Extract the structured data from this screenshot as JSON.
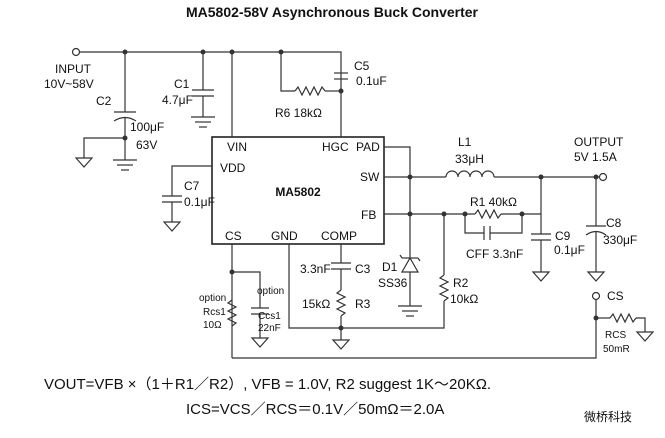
{
  "title": "MA5802-58V Asynchronous Buck Converter",
  "input": {
    "label": "INPUT",
    "range": "10V~58V"
  },
  "output": {
    "label": "OUTPUT",
    "value": "5V 1.5A"
  },
  "chip": {
    "name": "MA5802",
    "pins": {
      "vin": "VIN",
      "vdd": "VDD",
      "hgc": "HGC",
      "pad": "PAD",
      "sw": "SW",
      "fb": "FB",
      "cs": "CS",
      "gnd": "GND",
      "comp": "COMP"
    }
  },
  "components": {
    "c1": {
      "ref": "C1",
      "value": "4.7μF"
    },
    "c2": {
      "ref": "C2",
      "value": "100μF",
      "voltage": "63V"
    },
    "c5": {
      "ref": "C5",
      "value": "0.1uF"
    },
    "r6": {
      "label": "R6 18kΩ"
    },
    "c7": {
      "ref": "C7",
      "value": "0.1μF"
    },
    "l1": {
      "ref": "L1",
      "value": "33μH"
    },
    "r1": {
      "label": "R1 40kΩ"
    },
    "cff": {
      "label": "CFF 3.3nF"
    },
    "c9": {
      "ref": "C9",
      "value": "0.1μF"
    },
    "c8": {
      "ref": "C8",
      "value": "330μF"
    },
    "d1": {
      "ref": "D1",
      "value": "SS36"
    },
    "r2": {
      "ref": "R2",
      "value": "10kΩ"
    },
    "c3": {
      "ref": "C3",
      "value": "3.3nF"
    },
    "r3": {
      "ref": "R3",
      "value": "15kΩ"
    },
    "rcs1": {
      "option": "option",
      "ref": "Rcs1",
      "value": "10Ω"
    },
    "ccs1": {
      "option": "option",
      "ref": "Ccs1",
      "value": "22nF"
    },
    "rcs": {
      "ref": "RCS",
      "value": "50mR"
    },
    "cs_node": {
      "label": "CS"
    }
  },
  "equations": {
    "vout": "VOUT=VFB ×（1＋R1／R2）, VFB = 1.0V, R2 suggest 1K～20KΩ.",
    "ics": "ICS=VCS／RCS＝0.1V／50mΩ＝2.0A"
  },
  "watermark": "微桥科技"
}
